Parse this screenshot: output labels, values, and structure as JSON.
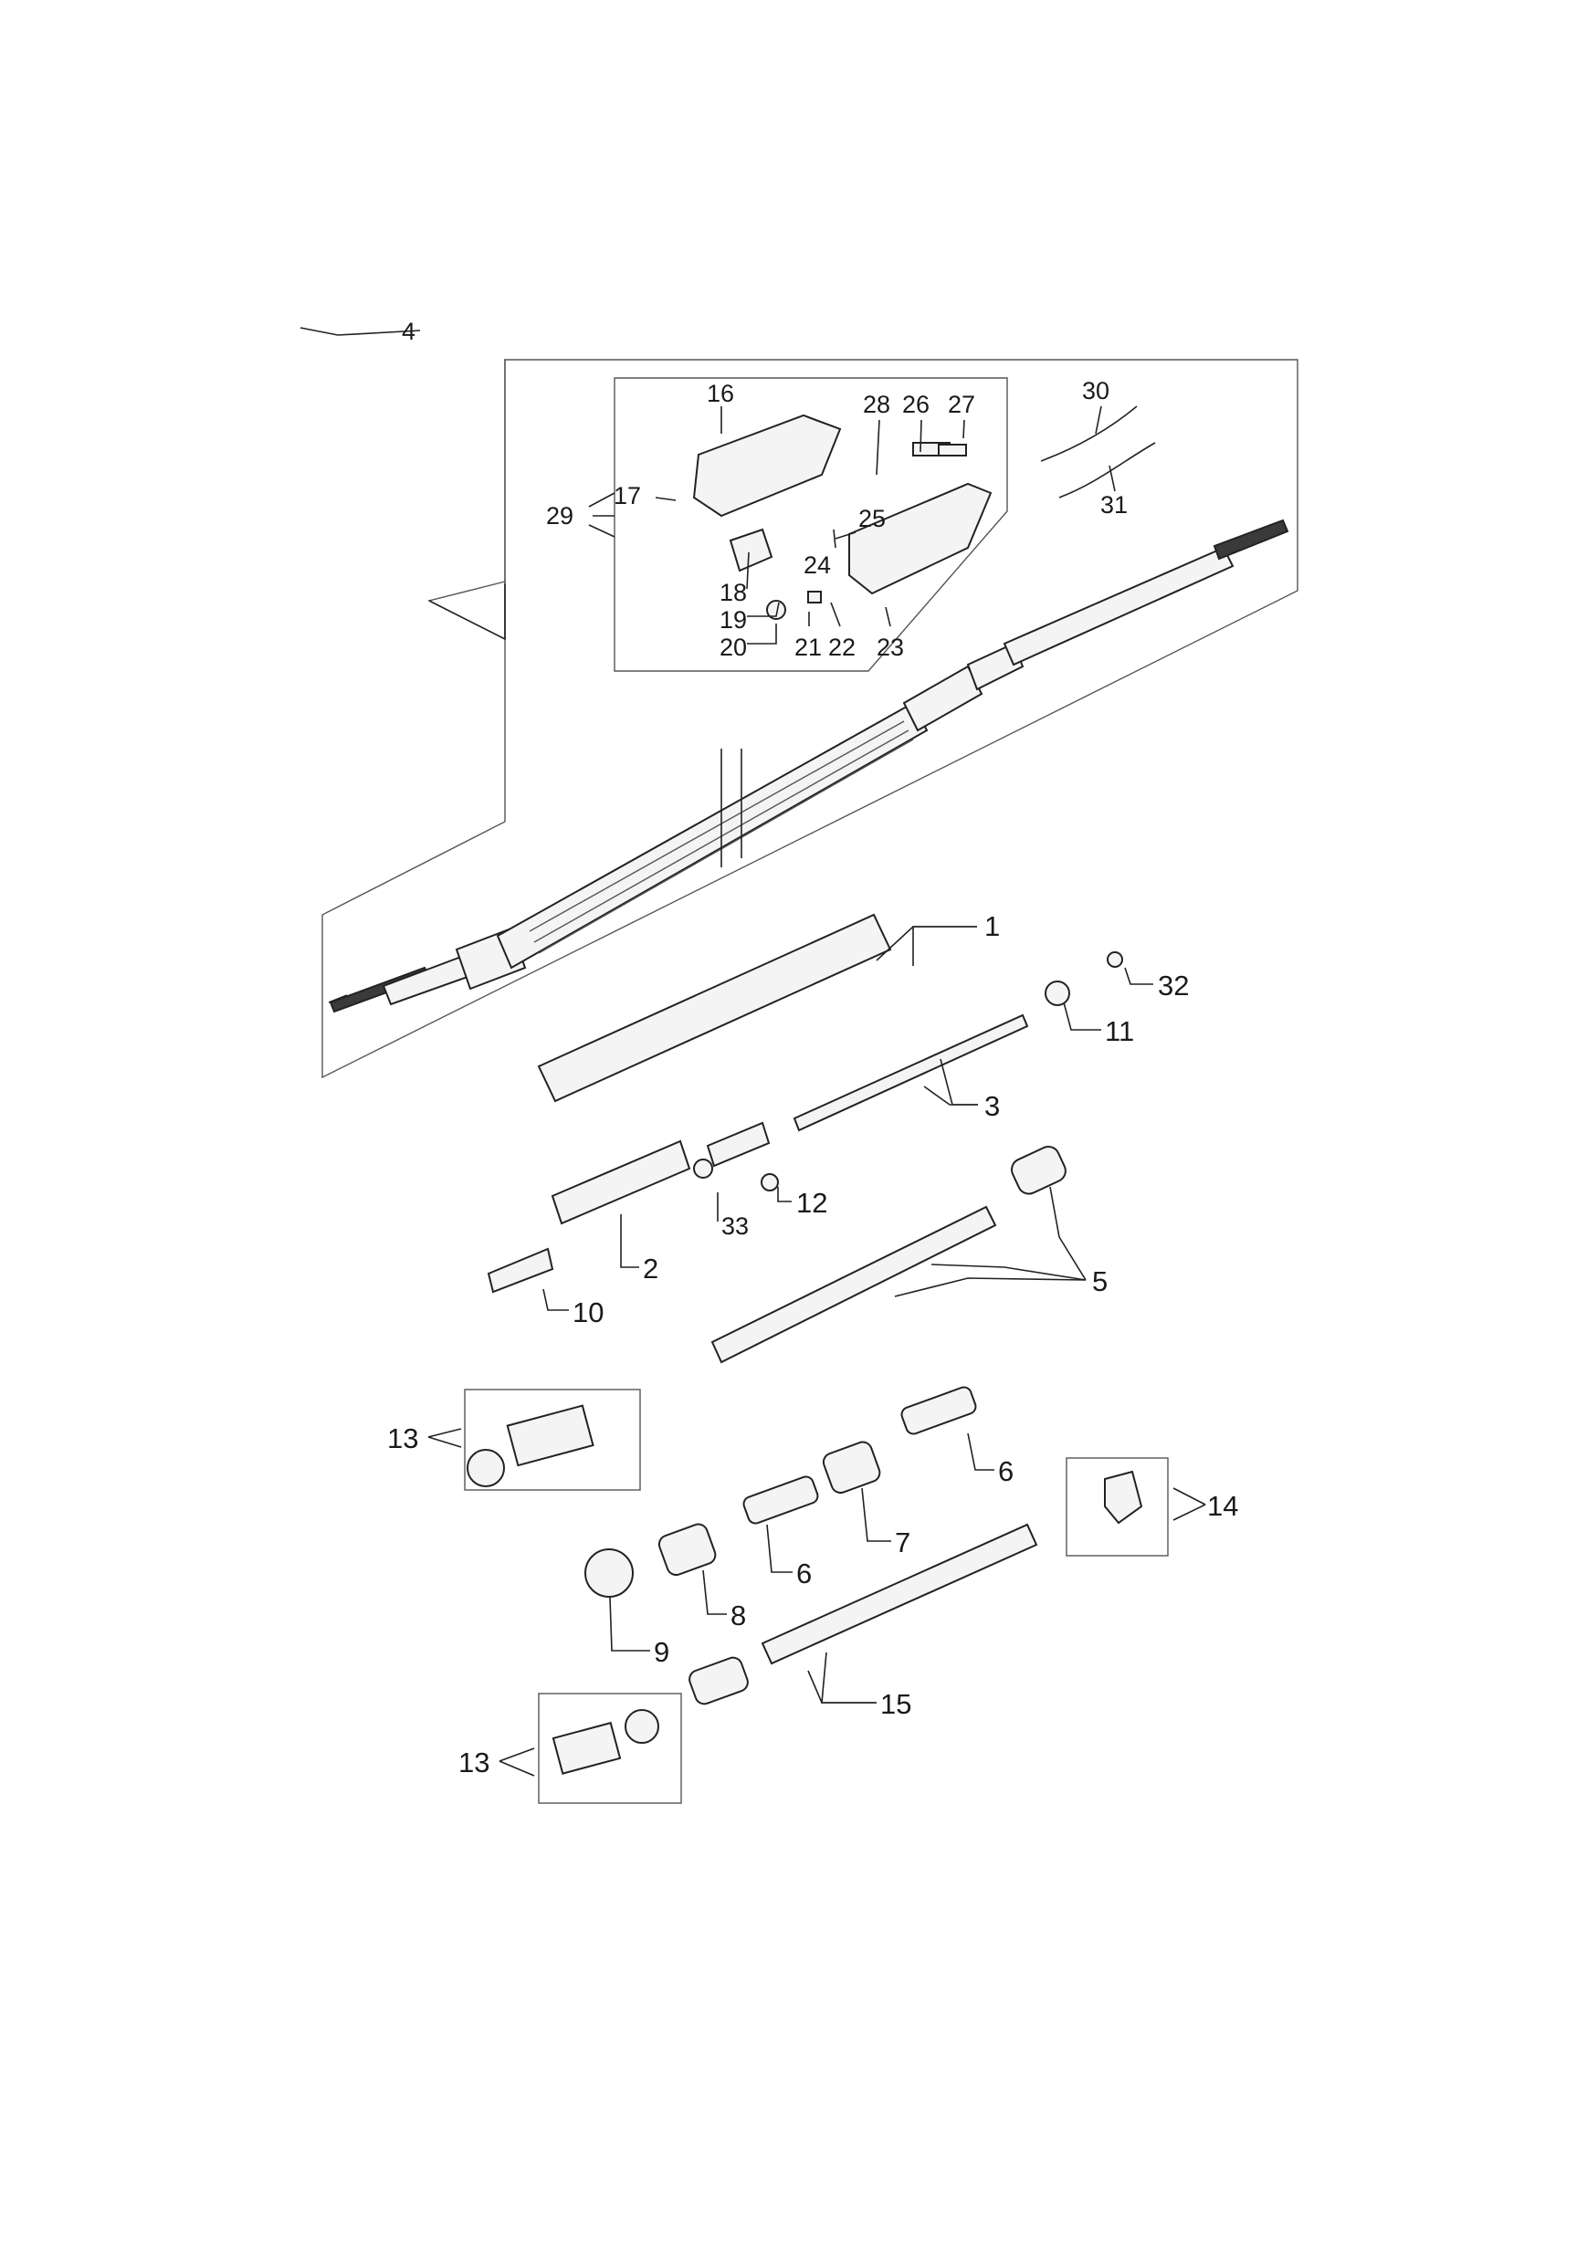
{
  "callouts": [
    {
      "id": "c4",
      "label": "4"
    },
    {
      "id": "c29",
      "label": "29"
    },
    {
      "id": "c16",
      "label": "16"
    },
    {
      "id": "c17",
      "label": "17"
    },
    {
      "id": "c18",
      "label": "18"
    },
    {
      "id": "c19",
      "label": "19"
    },
    {
      "id": "c20",
      "label": "20"
    },
    {
      "id": "c21",
      "label": "21"
    },
    {
      "id": "c22",
      "label": "22"
    },
    {
      "id": "c23",
      "label": "23"
    },
    {
      "id": "c24",
      "label": "24"
    },
    {
      "id": "c25",
      "label": "25"
    },
    {
      "id": "c26",
      "label": "26"
    },
    {
      "id": "c27",
      "label": "27"
    },
    {
      "id": "c28",
      "label": "28"
    },
    {
      "id": "c30",
      "label": "30"
    },
    {
      "id": "c31",
      "label": "31"
    },
    {
      "id": "c1",
      "label": "1"
    },
    {
      "id": "c32",
      "label": "32"
    },
    {
      "id": "c11",
      "label": "11"
    },
    {
      "id": "c3",
      "label": "3"
    },
    {
      "id": "c12",
      "label": "12"
    },
    {
      "id": "c33",
      "label": "33"
    },
    {
      "id": "c2",
      "label": "2"
    },
    {
      "id": "c10",
      "label": "10"
    },
    {
      "id": "c5",
      "label": "5"
    },
    {
      "id": "c13a",
      "label": "13"
    },
    {
      "id": "c6a",
      "label": "6"
    },
    {
      "id": "c7",
      "label": "7"
    },
    {
      "id": "c6b",
      "label": "6"
    },
    {
      "id": "c14",
      "label": "14"
    },
    {
      "id": "c8",
      "label": "8"
    },
    {
      "id": "c9",
      "label": "9"
    },
    {
      "id": "c15",
      "label": "15"
    },
    {
      "id": "c13b",
      "label": "13"
    }
  ]
}
